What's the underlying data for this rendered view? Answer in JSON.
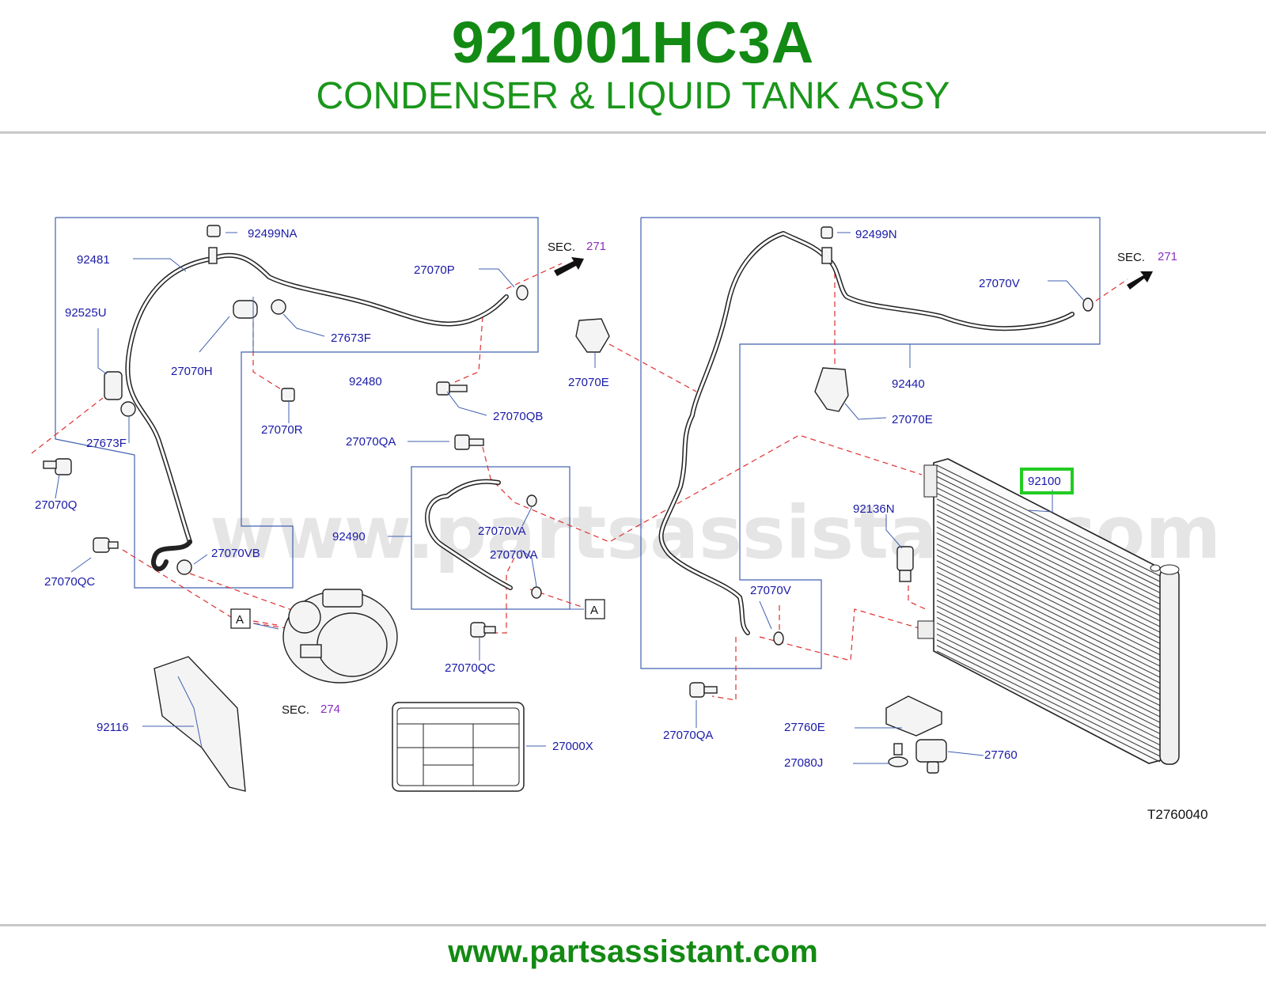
{
  "header": {
    "part_number": "921001HC3A",
    "part_name": "CONDENSER & LIQUID TANK ASSY"
  },
  "diagram": {
    "watermark": "www.partsassistant.com",
    "diagram_code": "T2760040",
    "highlighted_part": "92100",
    "section_refs": [
      {
        "label": "SEC.",
        "number": "271"
      },
      {
        "label": "SEC.",
        "number": "271"
      },
      {
        "label": "SEC.",
        "number": "274"
      }
    ],
    "view_markers": [
      "A",
      "A"
    ],
    "callouts": [
      "92499NA",
      "92481",
      "27070P",
      "92525U",
      "27070H",
      "27673F",
      "92480",
      "27673F",
      "27070QB",
      "27070R",
      "27070Q",
      "27070QA",
      "92490",
      "27070VA",
      "27070VA",
      "27070QC",
      "27070VB",
      "27070QC",
      "92116",
      "27000X",
      "27070E",
      "92499N",
      "27070V",
      "92440",
      "27070E",
      "92100",
      "92136N",
      "27070V",
      "27070QA",
      "27760E",
      "27080J",
      "27760"
    ]
  },
  "footer": {
    "url": "www.partsassistant.com"
  },
  "colors": {
    "title_green": "#138a13",
    "label_blue": "#1a1aa8",
    "section_purple": "#8a2fc0",
    "dash_red": "#e03030",
    "highlight_green": "#22cc22"
  }
}
